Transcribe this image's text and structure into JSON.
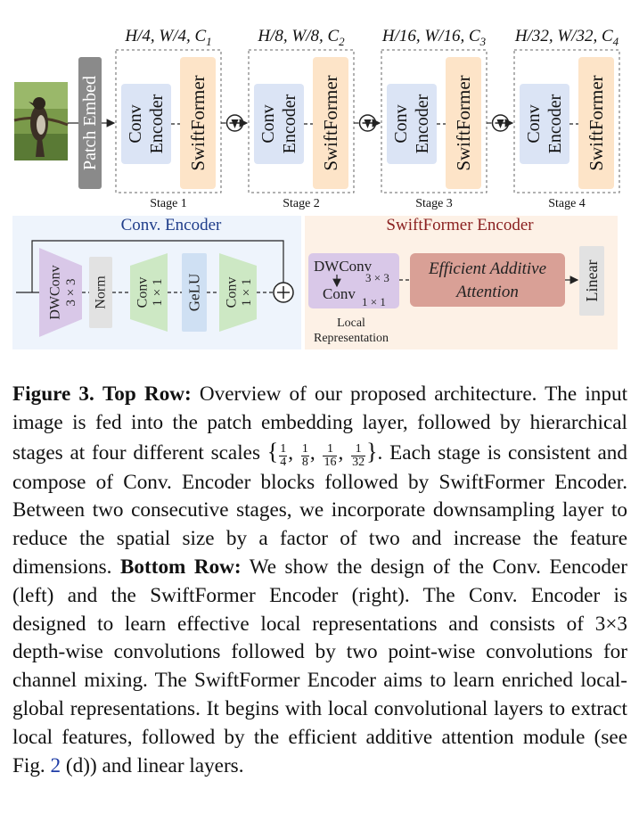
{
  "top_row": {
    "input_image": "bird",
    "patch_embed_label": "Patch Embed",
    "stages": [
      {
        "dims": "H/4, W/4, C",
        "dims_sub": "1",
        "name": "Stage  1"
      },
      {
        "dims": "H/8, W/8, C",
        "dims_sub": "2",
        "name": "Stage 2"
      },
      {
        "dims": "H/16, W/16, C",
        "dims_sub": "3",
        "name": "Stage 3"
      },
      {
        "dims": "H/32, W/32, C",
        "dims_sub": "4",
        "name": "Stage 4"
      }
    ],
    "conv_encoder_label_1": "Conv",
    "conv_encoder_label_2": "Encoder",
    "swiftformer_label": "SwiftFormer"
  },
  "conv_encoder_panel": {
    "title": "Conv. Encoder",
    "dwconv_1": "DWConv",
    "dwconv_2": "3 × 3",
    "norm": "Norm",
    "pw1_1": "Conv",
    "pw1_2": "1 × 1",
    "gelu": "GeLU",
    "pw2_1": "Conv",
    "pw2_2": "1 × 1"
  },
  "swiftformer_panel": {
    "title": "SwiftFormer Encoder",
    "dwconv": "DWConv",
    "dwconv_size": "3 × 3",
    "conv": "Conv",
    "conv_size": "1 × 1",
    "local_1": "Local",
    "local_2": "Representation",
    "attention_1": "Efficient Additive",
    "attention_2": "Attention",
    "linear": "Linear"
  },
  "caption": {
    "label": "Figure 3.",
    "top_row_heading": "Top Row:",
    "text_1": "Overview of our proposed architecture. The input image is fed into the patch embedding layer, followed by hierarchical stages at four different scales",
    "fractions": [
      {
        "num": "1",
        "den": "4"
      },
      {
        "num": "1",
        "den": "8"
      },
      {
        "num": "1",
        "den": "16"
      },
      {
        "num": "1",
        "den": "32"
      }
    ],
    "text_2": ". Each stage is consistent and compose of Conv. Encoder blocks followed by SwiftFormer Encoder. Between two consecutive stages, we in­corporate downsampling layer to reduce the spatial size by a fac­tor of two and increase the feature dimensions.",
    "bottom_row_heading": "Bottom Row:",
    "text_3": "We show the design of the Conv. Eencoder (left) and the SwiftFormer Encoder (right). The Conv. Encoder is designed to learn effec­tive local representations and consists of 3×3 depth-wise convolu­tions followed by two point-wise convolutions for channel mixing. The SwiftFormer Encoder aims to learn enriched local-global rep­resentations. It begins with local convolutional layers to extract local features, followed by the efficient additive attention module (see Fig.",
    "fig_ref": "2",
    "text_4": "(d)) and linear layers."
  },
  "colors": {
    "conv_block": "#dbe4f5",
    "swiftformer_block": "#fde4c8",
    "patch_embed": "#8a8a8a",
    "conv_panel_bg": "#eef4fc",
    "swift_panel_bg": "#fdf1e6",
    "conv_panel_title": "#1f3d8a",
    "swift_panel_title": "#8a1f1f",
    "dwconv": "#d9c8e8",
    "norm": "#e2e2e2",
    "pointwise": "#cde8c4",
    "gelu": "#cfe0f3",
    "attention": "#d9a096",
    "figure_ref": "#1f3da6"
  }
}
